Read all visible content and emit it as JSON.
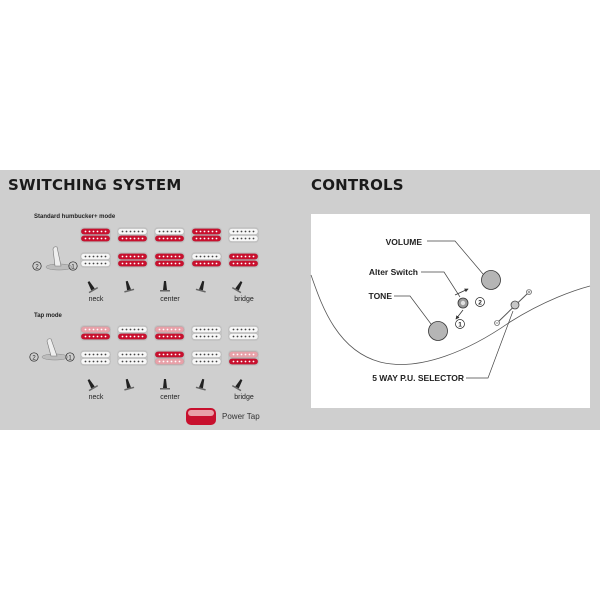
{
  "switching": {
    "title": "SWITCHING SYSTEM",
    "standard_mode": {
      "label": "Standard humbucker+ mode",
      "markers": [
        "②",
        "①"
      ],
      "rows": [
        [
          [
            "red",
            "red"
          ],
          [
            "white",
            "red"
          ],
          [
            "white",
            "red"
          ],
          [
            "red",
            "red"
          ],
          [
            "white",
            "white"
          ]
        ],
        [
          [
            "white",
            "white"
          ],
          [
            "red",
            "red"
          ],
          [
            "red",
            "red"
          ],
          [
            "white",
            "red"
          ],
          [
            "red",
            "red"
          ]
        ]
      ]
    },
    "tap_mode": {
      "label": "Tap mode",
      "markers": [
        "②",
        "①"
      ],
      "rows": [
        [
          [
            "pink",
            "red"
          ],
          [
            "white",
            "red"
          ],
          [
            "pink",
            "red"
          ],
          [
            "white",
            "white"
          ],
          [
            "white",
            "white"
          ]
        ],
        [
          [
            "white",
            "white"
          ],
          [
            "white",
            "white"
          ],
          [
            "red",
            "pink"
          ],
          [
            "white",
            "white"
          ],
          [
            "pink",
            "red"
          ]
        ]
      ]
    },
    "positions": [
      "neck",
      "",
      "center",
      "",
      "bridge"
    ],
    "legend": "Power Tap",
    "colors": {
      "red": "#c8102e",
      "pink": "#e8a0a8",
      "white": "#f7f7f7",
      "panel": "#cfcfcf"
    }
  },
  "controls": {
    "title": "CONTROLS",
    "labels": {
      "volume": "VOLUME",
      "alter": "Alter Switch",
      "tone": "TONE",
      "selector": "5 WAY P.U. SELECTOR"
    },
    "markers": [
      "②",
      "①"
    ]
  }
}
